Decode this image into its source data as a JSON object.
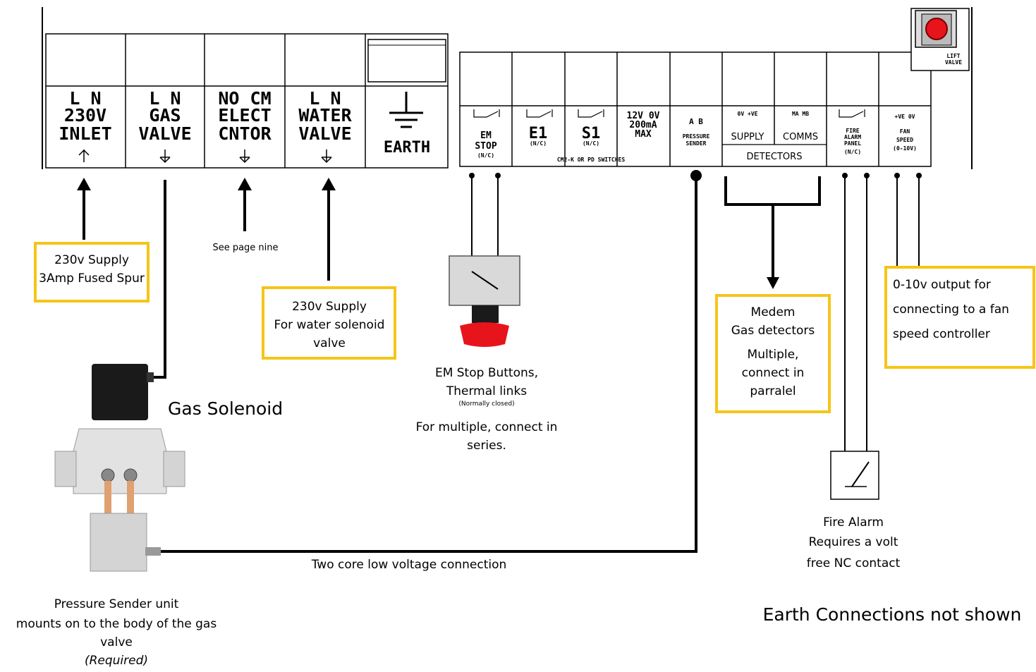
{
  "terminals_left": [
    {
      "line1": "L  N",
      "line2": "230V",
      "line3": "INLET"
    },
    {
      "line1": "L   N",
      "line2": "GAS",
      "line3": "VALVE"
    },
    {
      "line1": "NO CM",
      "line2": "ELECT",
      "line3": "CNTOR"
    },
    {
      "line1": "L   N",
      "line2": "WATER",
      "line3": "VALVE"
    },
    {
      "line1": "EARTH"
    }
  ],
  "terminals_right": {
    "em_stop": {
      "line1": "EM",
      "line2": "STOP",
      "line3": "(N/C)"
    },
    "e1": {
      "line1": "E1",
      "line2": "(N/C)"
    },
    "s1": {
      "line1": "S1",
      "line2": "(N/C)"
    },
    "power": {
      "line1": "12V 0V",
      "line2": "200mA",
      "line3": "MAX"
    },
    "switches_label": "CM2-K OR PD SWITCHES",
    "pressure": {
      "line1": "A   B",
      "line2": "PRESSURE",
      "line3": "SENDER"
    },
    "supply": {
      "top": "0V  +VE",
      "label": "SUPPLY"
    },
    "comms": {
      "top": "MA   MB",
      "label": "COMMS"
    },
    "detectors_label": "DETECTORS",
    "fire": {
      "line1": "FIRE",
      "line2": "ALARM",
      "line3": "PANEL",
      "line4": "(N/C)"
    },
    "fan": {
      "top": "+VE   0V",
      "line1": "FAN",
      "line2": "SPEED",
      "line3": "(0-10V)"
    }
  },
  "lift_valve": {
    "line1": "LIFT",
    "line2": "VALVE"
  },
  "labels": {
    "supply_230": [
      "230v Supply",
      "3Amp Fused Spur"
    ],
    "see_page": "See page nine",
    "water_supply": [
      "230v Supply",
      "For water solenoid",
      "valve"
    ],
    "gas_solenoid": "Gas Solenoid",
    "em_stop": [
      "EM Stop  Buttons,",
      "Thermal links"
    ],
    "normally_closed": "(Normally closed)",
    "em_series": [
      "For multiple, connect in",
      "series."
    ],
    "detectors": [
      "Medem",
      "Gas detectors",
      "Multiple,",
      "connect in",
      "parralel"
    ],
    "fan_output": [
      "0-10v output for",
      "connecting to a fan",
      "speed controller"
    ],
    "fire_alarm": [
      "Fire Alarm",
      "Requires a volt",
      "free NC contact"
    ],
    "two_core": "Two core low voltage connection",
    "pressure_sender": [
      "Pressure Sender unit",
      "mounts on to the body of the gas",
      "valve"
    ],
    "required": "(Required)",
    "earth_note": "Earth Connections not shown"
  },
  "colors": {
    "highlight_box": "#f5c518",
    "button_red": "#e8141c",
    "solenoid_body": "#1a1a1a",
    "copper": "#e0a070"
  }
}
